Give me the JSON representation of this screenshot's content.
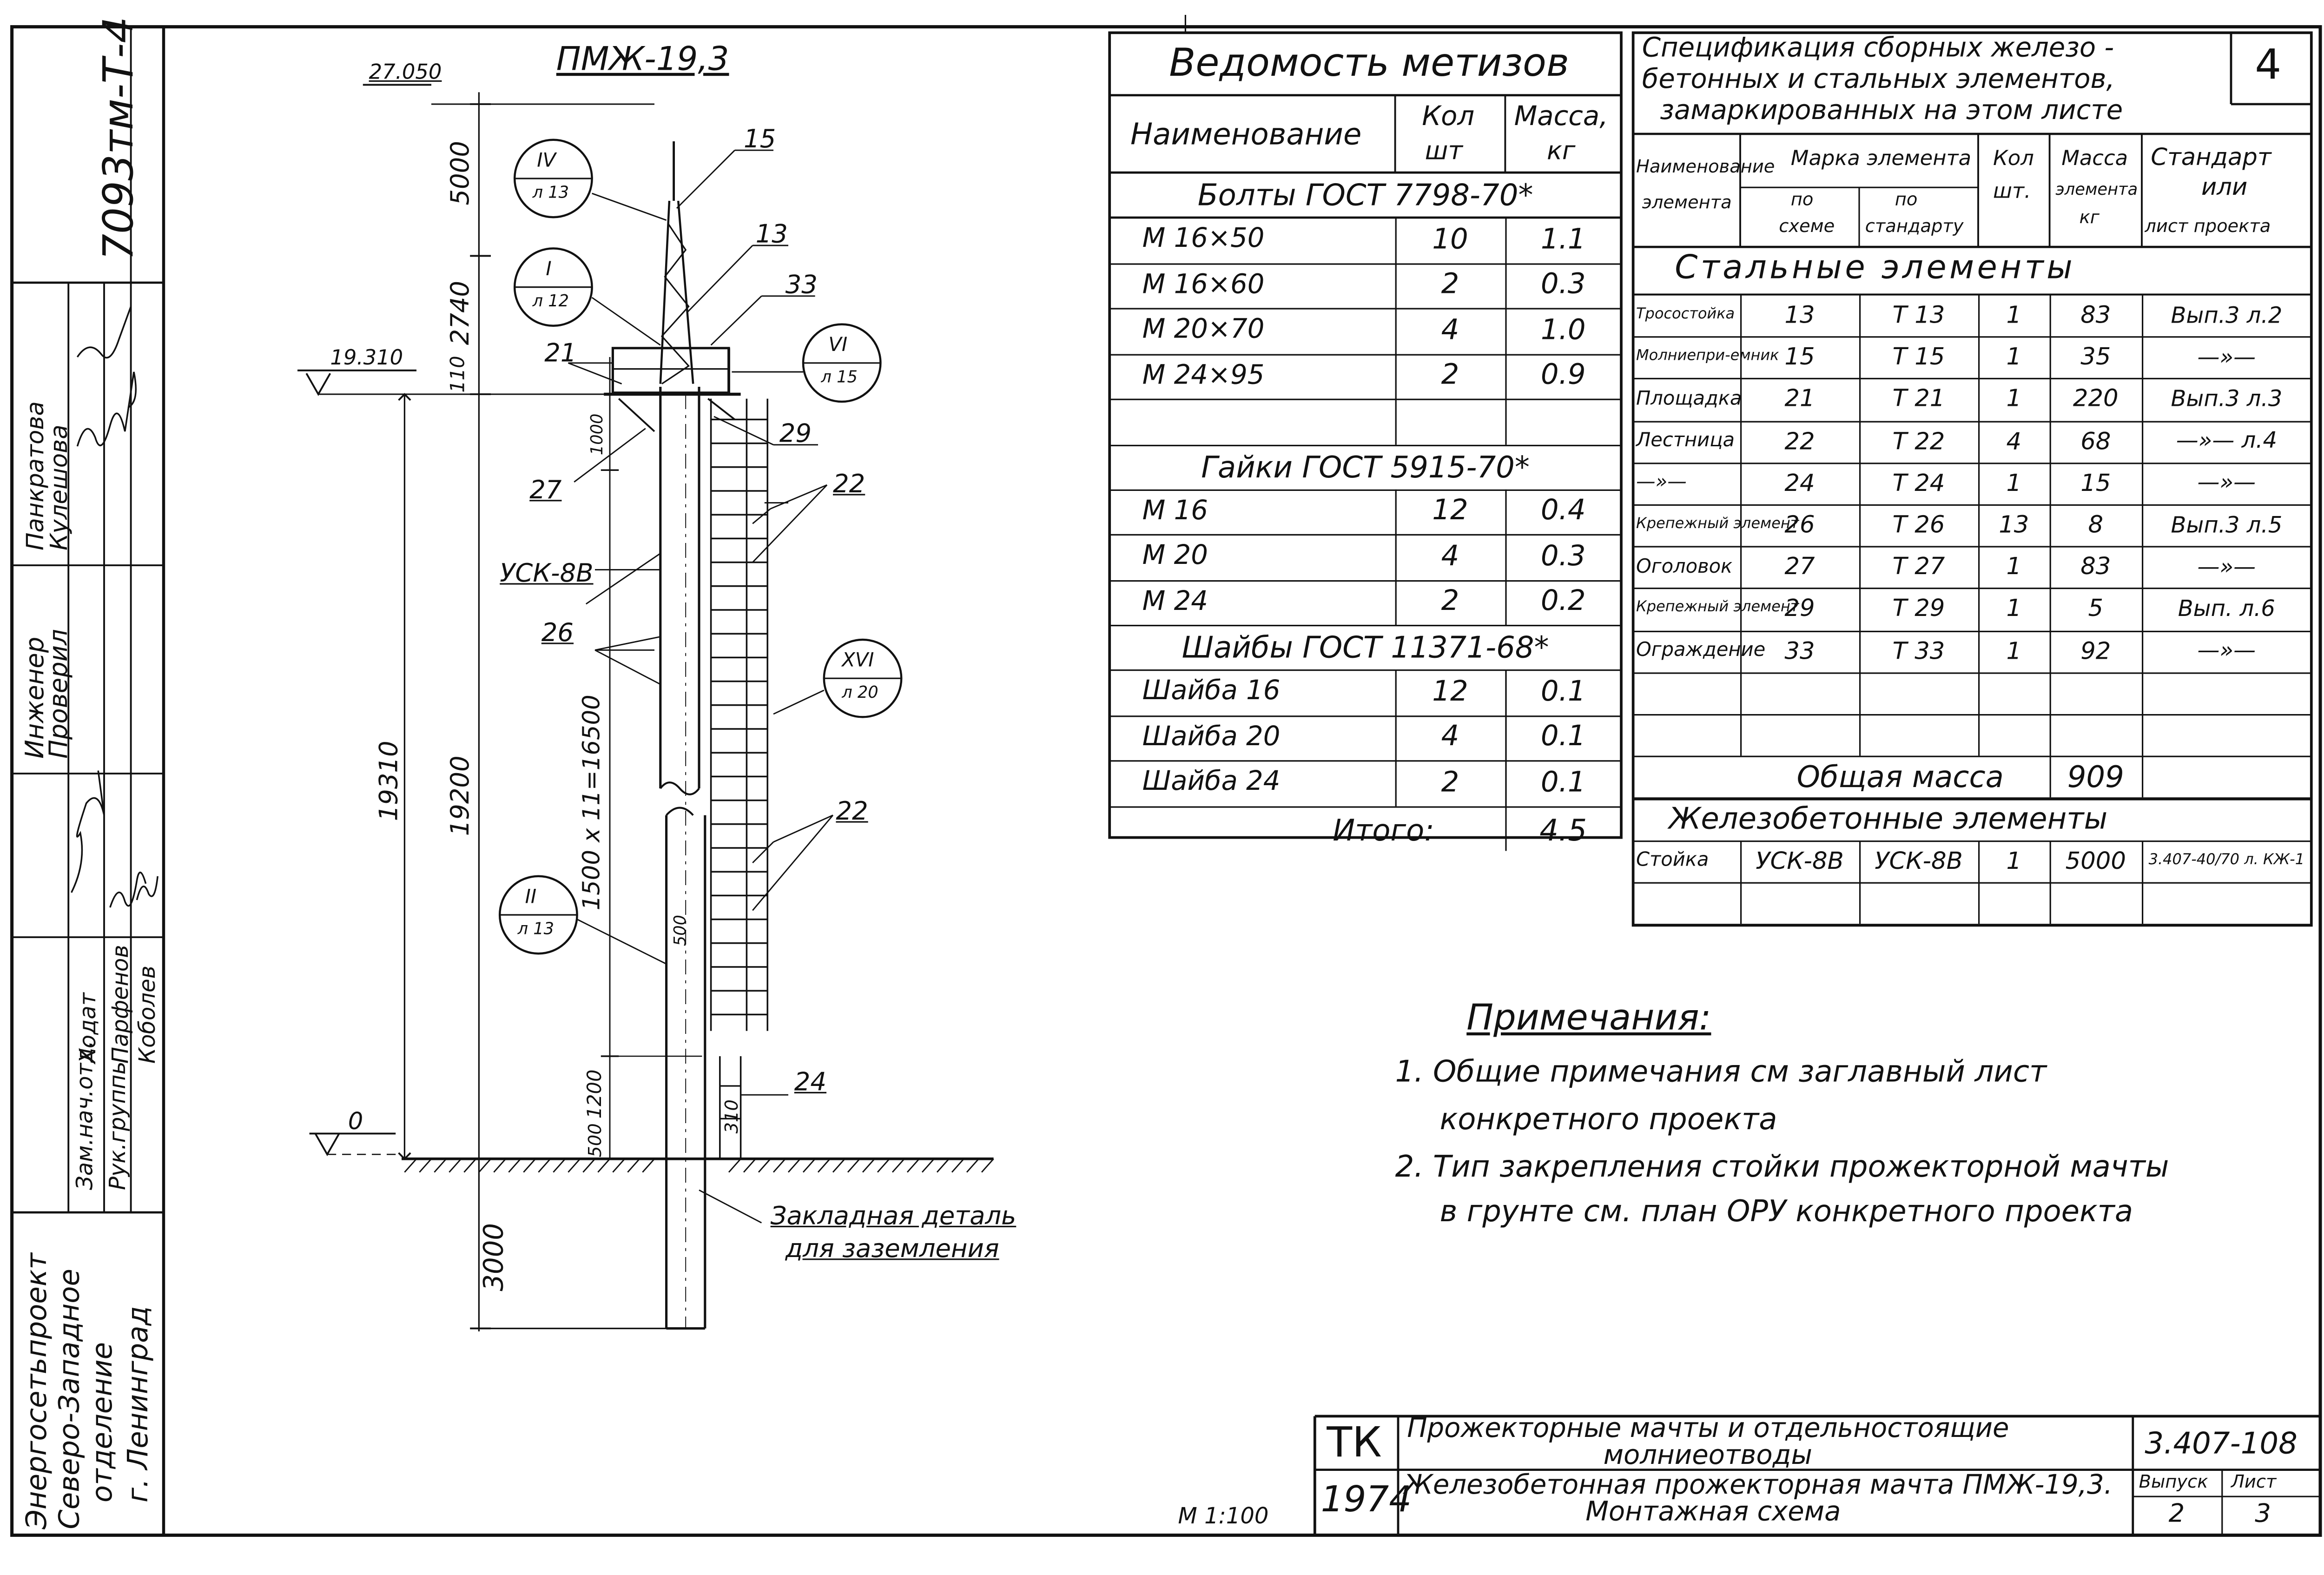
{
  "stamp": {
    "roles": [
      "Инженер",
      "Проверил",
      "Зам.нач.отд.",
      "Рук.группы"
    ],
    "names": [
      "Панкратова",
      "Кулешова",
      "Ходат",
      "Парфенов",
      "Коболев"
    ],
    "sheet_code": "7093тм-Т-4",
    "org": [
      "Энергосетьпроект",
      "Северо-Западное",
      "отделение",
      "г. Ленинград"
    ]
  },
  "drawing": {
    "mast_title": "ПМЖ-19,3",
    "levels": {
      "top": "27.050",
      "platform": "19.310",
      "ground": "0"
    },
    "dims": {
      "top_rod": "5000",
      "platform_zone": "2740",
      "gap": "110",
      "to_platform": "19310",
      "total": "19200",
      "ladder": "1500 x 11=16500",
      "bottom_a": "1200",
      "bottom_b": "500",
      "bottom_c": "310",
      "embed": "3000",
      "small_a": "1000",
      "small_b": "500"
    },
    "pole_label": "УСК-8В",
    "callouts": [
      "15",
      "13",
      "33",
      "21",
      "29",
      "27",
      "26",
      "22",
      "22",
      "24"
    ],
    "details": [
      {
        "num": "IV",
        "ref": "л 13"
      },
      {
        "num": "I",
        "ref": "л 12"
      },
      {
        "num": "VI",
        "ref": "л 15"
      },
      {
        "num": "XVI",
        "ref": "л 20"
      },
      {
        "num": "II",
        "ref": "л 13"
      }
    ],
    "embed_note": [
      "Закладная деталь",
      "для заземления"
    ]
  },
  "hardware": {
    "title": "Ведомость метизов",
    "headers": {
      "name": "Наименование",
      "qty": [
        "Кол",
        "шт"
      ],
      "mass": [
        "Масса,",
        "кг"
      ]
    },
    "groups": [
      {
        "title": "Болты ГОСТ 7798-70*",
        "rows": [
          [
            "М 16×50",
            "10",
            "1.1"
          ],
          [
            "М 16×60",
            "2",
            "0.3"
          ],
          [
            "М 20×70",
            "4",
            "1.0"
          ],
          [
            "М 24×95",
            "2",
            "0.9"
          ],
          [
            "",
            "",
            ""
          ]
        ]
      },
      {
        "title": "Гайки ГОСТ 5915-70*",
        "rows": [
          [
            "М 16",
            "12",
            "0.4"
          ],
          [
            "М 20",
            "4",
            "0.3"
          ],
          [
            "М 24",
            "2",
            "0.2"
          ]
        ]
      },
      {
        "title": "Шайбы ГОСТ 11371-68*",
        "rows": [
          [
            "Шайба 16",
            "12",
            "0.1"
          ],
          [
            "Шайба 20",
            "4",
            "0.1"
          ],
          [
            "Шайба 24",
            "2",
            "0.1"
          ]
        ]
      }
    ],
    "total_label": "Итого:",
    "total_value": "4.5"
  },
  "spec": {
    "title_lines": [
      "Спецификация сборных железо -",
      "бетонных и стальных элементов,",
      "замаркированных на этом листе"
    ],
    "sheet_num": "4",
    "headers": {
      "name": [
        "Наименование",
        "элемента"
      ],
      "mark": "Марка элемента",
      "mark_scheme": [
        "по",
        "схеме"
      ],
      "mark_std": [
        "по",
        "стандарту"
      ],
      "qty": [
        "Кол",
        "шт."
      ],
      "mass": [
        "Масса",
        "элемента",
        "кг"
      ],
      "std": [
        "Стандарт",
        "или",
        "лист проекта"
      ]
    },
    "steel_title": "Стальные элементы",
    "steel_rows": [
      [
        "Тросостойка",
        "13",
        "Т 13",
        "1",
        "83",
        "Вып.3 л.2"
      ],
      [
        "Молниепри-емник",
        "15",
        "Т 15",
        "1",
        "35",
        "—»—"
      ],
      [
        "Площадка",
        "21",
        "Т 21",
        "1",
        "220",
        "Вып.3 л.3"
      ],
      [
        "Лестница",
        "22",
        "Т 22",
        "4",
        "68",
        "—»— л.4"
      ],
      [
        "—»—",
        "24",
        "Т 24",
        "1",
        "15",
        "—»—"
      ],
      [
        "Крепежный элемент",
        "26",
        "Т 26",
        "13",
        "8",
        "Вып.3 л.5"
      ],
      [
        "Оголовок",
        "27",
        "Т 27",
        "1",
        "83",
        "—»—"
      ],
      [
        "Крепежный элемент",
        "29",
        "Т 29",
        "1",
        "5",
        "Вып. л.6"
      ],
      [
        "Ограждение",
        "33",
        "Т 33",
        "1",
        "92",
        "—»—"
      ],
      [
        "",
        "",
        "",
        "",
        "",
        ""
      ],
      [
        "",
        "",
        "",
        "",
        "",
        ""
      ]
    ],
    "total_label": "Общая масса",
    "total_value": "909",
    "concrete_title": "Железобетонные элементы",
    "concrete_rows": [
      [
        "Стойка",
        "УСК-8В",
        "УСК-8В",
        "1",
        "5000",
        "3.407-40/70 л. КЖ-1"
      ],
      [
        "",
        "",
        "",
        "",
        "",
        ""
      ]
    ]
  },
  "notes": {
    "title": "Примечания:",
    "items": [
      [
        "1. Общие примечания см заглавный лист",
        "конкретного проекта"
      ],
      [
        "2. Тип закрепления стойки прожекторной мачты",
        "в грунте см. план ОРУ конкретного проекта"
      ]
    ]
  },
  "title_block": {
    "tk": "ТК",
    "year": "1974",
    "scale": "М 1:100",
    "line1": [
      "Прожекторные мачты и отдельностоящие",
      "молниеотводы"
    ],
    "line2": [
      "Железобетонная прожекторная мачта ПМЖ-19,3.",
      "Монтажная схема"
    ],
    "code": "3.407-108",
    "issue_label": "Выпуск",
    "issue": "2",
    "sheet_label": "Лист",
    "sheet": "3"
  }
}
